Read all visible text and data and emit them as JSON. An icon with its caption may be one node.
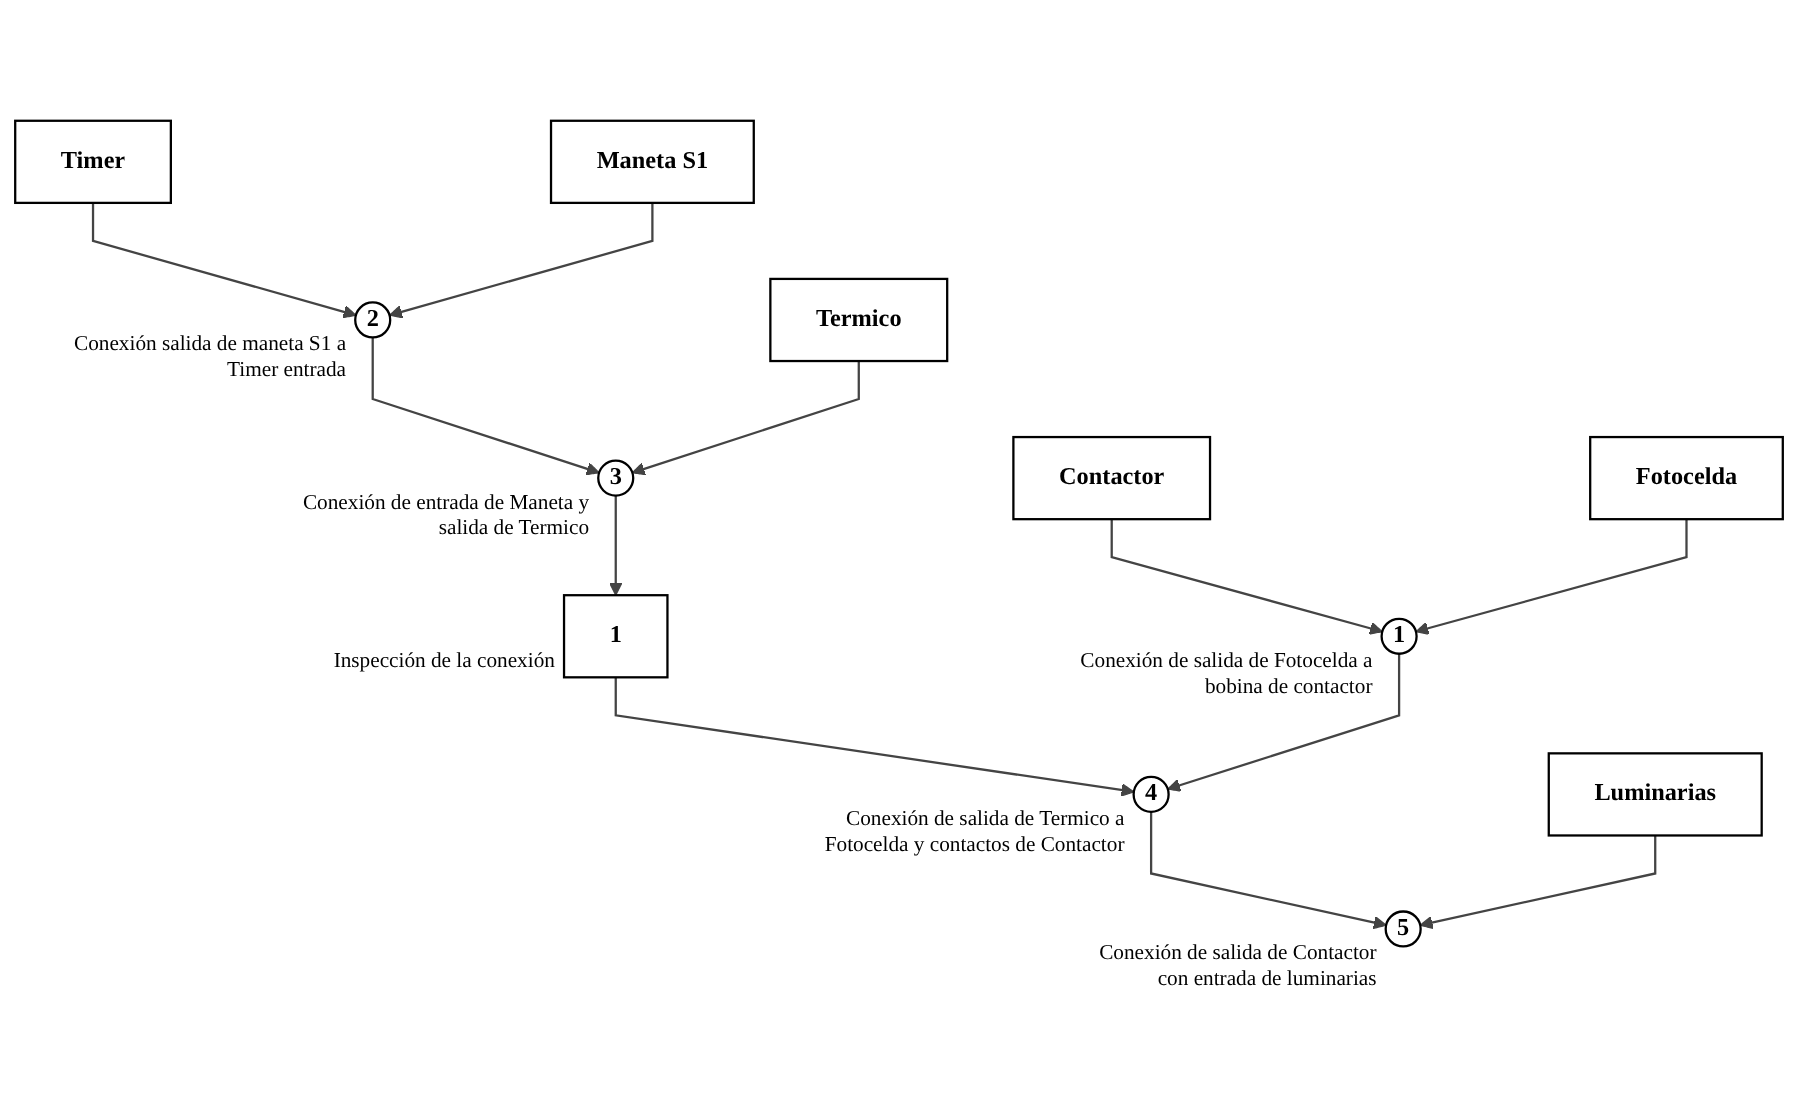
{
  "diagram": {
    "nodes": [
      {
        "text": [
          "Luminarias"
        ]
      },
      {
        "text": [
          "Contactor"
        ]
      },
      {
        "text": [
          "Fotocelda"
        ]
      },
      {
        "text": [
          "Timer"
        ]
      },
      {
        "text": [
          "Maneta S1"
        ]
      },
      {
        "text": [
          "Termico"
        ]
      },
      {
        "text": [
          "1"
        ],
        "beside": [
          "Conexión de salida de Fotocelda a bobina de contactor"
        ]
      },
      {
        "text": [
          "2"
        ],
        "beside": [
          "Conexión salida de maneta S1 a Timer entrada"
        ]
      },
      {
        "text": [
          "3"
        ],
        "beside": [
          "Conexión de entrada de Maneta y salida de Termico"
        ]
      },
      {
        "text": [
          "1"
        ],
        "beside": [
          "Inspección de la conexión"
        ]
      },
      {
        "text": [
          "4"
        ],
        "beside": [
          "Conexión de salida de Termico a Fotocelda y contactos de Contactor"
        ]
      },
      {
        "text": [
          "5"
        ],
        "beside": [
          "Conexión de salida de Contactor con entrada de luminarias"
        ]
      }
    ],
    "edges": [
      {
        "from": 1,
        "to": 6,
        "arrow": "to"
      },
      {
        "from": 2,
        "to": 6,
        "arrow": "to"
      },
      {
        "from": 3,
        "to": 7,
        "arrow": "to"
      },
      {
        "from": 4,
        "to": 7,
        "arrow": "to"
      },
      {
        "from": 7,
        "to": 8,
        "arrow": "to"
      },
      {
        "from": 5,
        "to": 8,
        "arrow": "to"
      },
      {
        "from": 8,
        "to": 9,
        "arrow": "to"
      },
      {
        "from": 9,
        "to": 10,
        "arrow": "to"
      },
      {
        "from": 6,
        "to": 10,
        "arrow": "to"
      },
      {
        "from": 10,
        "to": 11,
        "arrow": "to"
      },
      {
        "from": 0,
        "to": 11,
        "arrow": "to"
      }
    ]
  }
}
